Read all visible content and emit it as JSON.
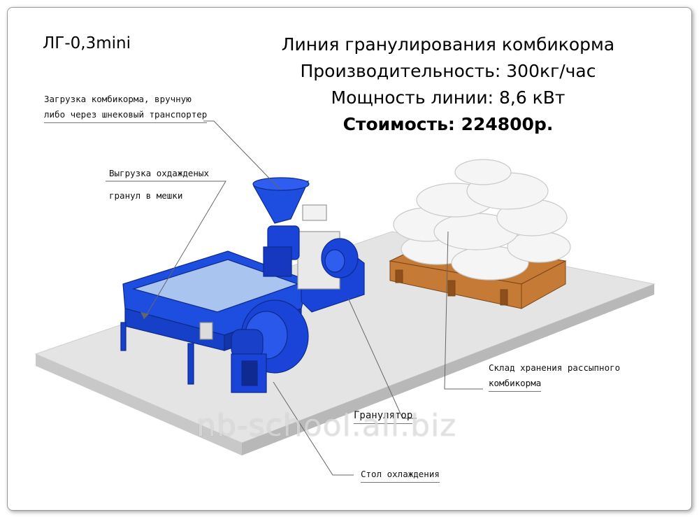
{
  "model": "ЛГ-0,3mini",
  "title_lines": [
    "Линия гранулирования комбикорма",
    "Производительность: 300кг/час",
    "Мощность линии: 8,6 кВт",
    "Стоимость: 224800р."
  ],
  "labels": {
    "loading": [
      "Загрузка комбикорма, вручную",
      "либо через шнековый транспортер"
    ],
    "unloading": [
      "Выгрузка охдажденых",
      "гранул в мешки"
    ],
    "storage": [
      "Склад хранения рассыпного",
      "комбикорма"
    ],
    "granulator": "Гранулятор",
    "cooling_table": "Стол охлаждения"
  },
  "watermark": "nb-school.all.biz",
  "colors": {
    "machine_blue": "#1a44d8",
    "pallet": "#c2732f",
    "floor": "#e2e2e2",
    "bags": "#f4f4f4"
  }
}
